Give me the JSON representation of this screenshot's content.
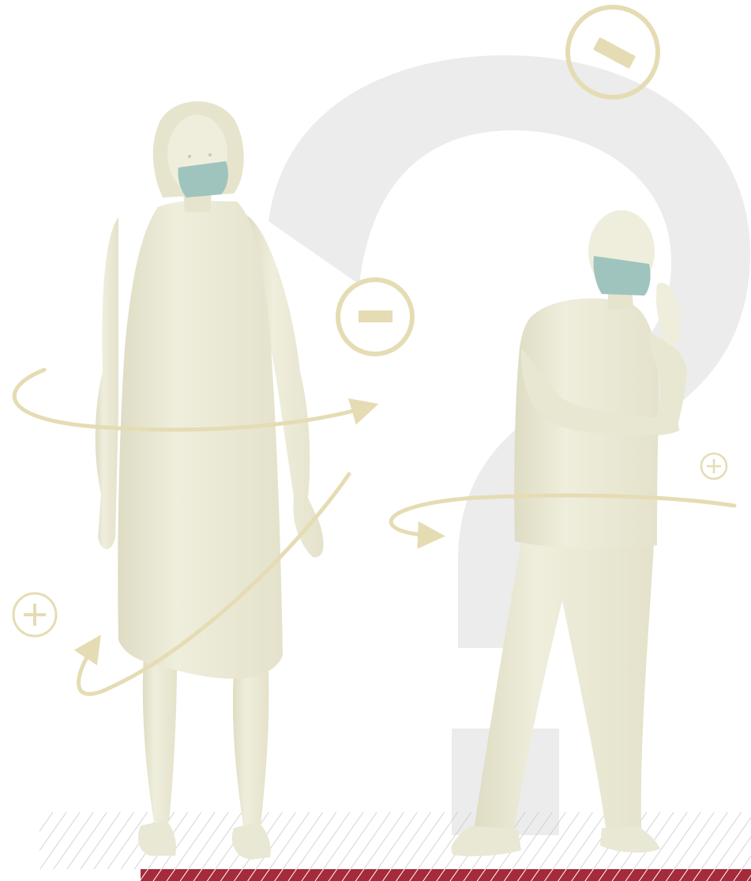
{
  "illustration": {
    "figures": [
      {
        "id": "person-left",
        "wears": "surgical-mask",
        "garment": "gown"
      },
      {
        "id": "person-right",
        "wears": "surgical-mask",
        "garment": "scrubs"
      }
    ],
    "badges": [
      {
        "icon": "minus-icon",
        "symbol": "−"
      },
      {
        "icon": "minus-icon",
        "symbol": "−"
      },
      {
        "icon": "plus-icon",
        "symbol": "+"
      },
      {
        "icon": "plus-icon",
        "symbol": "+"
      }
    ],
    "background_shape": "question-mark"
  },
  "colors": {
    "background": "#ffffff",
    "question_mark": "#ececec",
    "figure_fill": "#efeedc",
    "figure_shade": "#dedcc3",
    "mask": "#9ec4bd",
    "accent": "#e5dcb4",
    "ground_hatch": "#c9c9c9",
    "ground_band": "#a52a3a"
  }
}
